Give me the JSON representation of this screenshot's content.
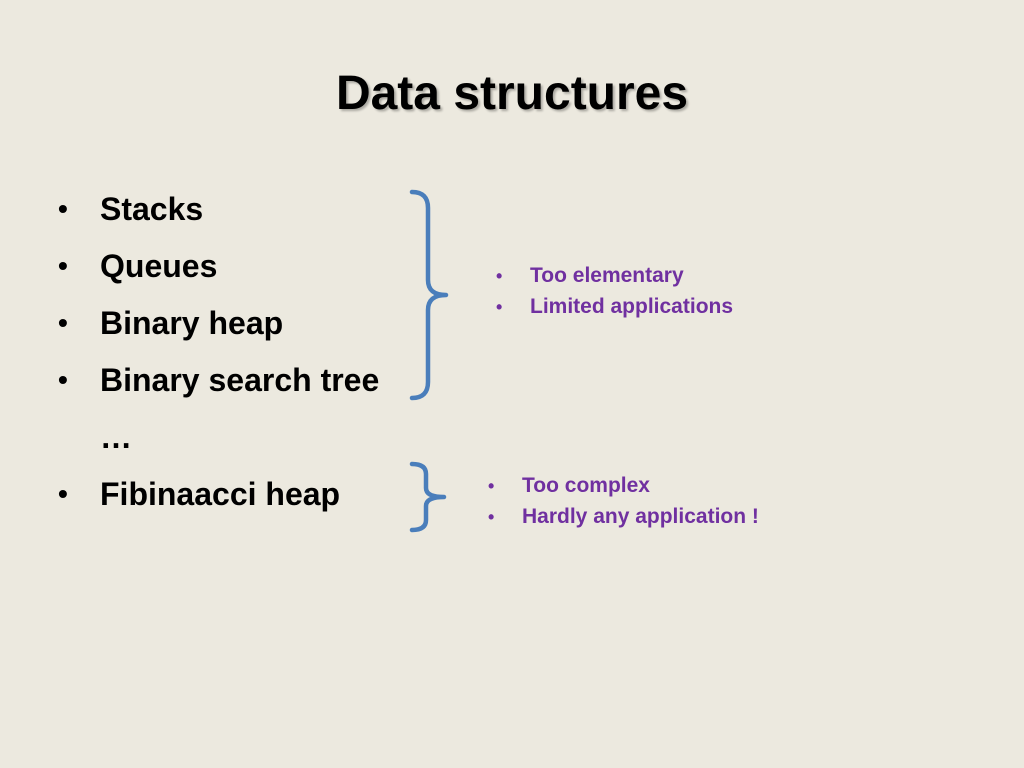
{
  "slide": {
    "title": "Data structures",
    "items": [
      {
        "bullet": "•",
        "text": "Stacks"
      },
      {
        "bullet": "•",
        "text": "Queues"
      },
      {
        "bullet": "•",
        "text": "Binary heap"
      },
      {
        "bullet": "•",
        "text": "Binary search tree"
      },
      {
        "bullet": "",
        "text": "…"
      },
      {
        "bullet": "•",
        "text": "Fibinaacci heap"
      }
    ],
    "notes_group1": [
      {
        "bullet": "•",
        "text": "Too elementary"
      },
      {
        "bullet": "•",
        "text": "Limited applications"
      }
    ],
    "notes_group2": [
      {
        "bullet": "•",
        "text": "Too complex"
      },
      {
        "bullet": "•",
        "text": "Hardly any application !"
      }
    ]
  },
  "colors": {
    "background": "#ECE9DF",
    "text": "#000000",
    "note_text": "#7030A0",
    "brace": "#4A7EBB"
  },
  "icons": {
    "brace": "right-curly-brace-icon"
  }
}
